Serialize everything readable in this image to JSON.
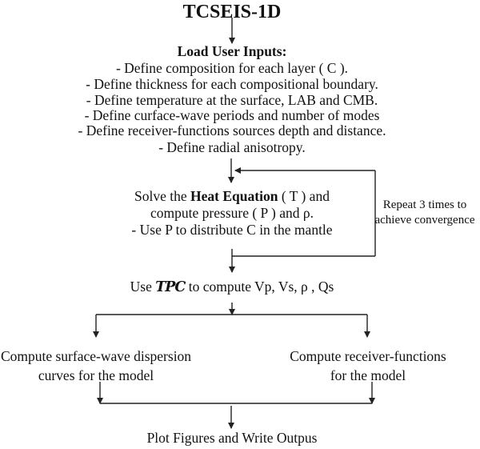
{
  "title": "TCSEIS-1D",
  "load_inputs": {
    "heading": "Load User Inputs:",
    "items": [
      "- Define composition for each layer ( C ).",
      "- Define thickness for each compositional boundary.",
      "- Define temperature at the surface, LAB and CMB.",
      "- Define curface-wave periods and number of modes",
      "- Define receiver-functions sources depth and distance.",
      "- Define radial anisotropy."
    ]
  },
  "heat_step": {
    "line1_prefix": "Solve the ",
    "line1_bold": "Heat Equation",
    "line1_suffix": " ( T )  and",
    "line2": "compute pressure ( P ) and ρ.",
    "line3": "- Use P to distribute C in the mantle"
  },
  "loop_note": {
    "line1": "Repeat 3 times to",
    "line2": "achieve convergence"
  },
  "tpc_step": {
    "prefix": "Use ",
    "script_name": "TPC",
    "suffix": " to compute Vp, Vs, ρ , Qs"
  },
  "left_branch": {
    "line1": "Compute surface-wave dispersion",
    "line2": "curves for the model"
  },
  "right_branch": {
    "line1": "Compute receiver-functions",
    "line2": "for the model"
  },
  "final_step": "Plot Figures and Write Outpus",
  "colors": {
    "line": "#222222",
    "text": "#111111",
    "background": "#ffffff"
  }
}
